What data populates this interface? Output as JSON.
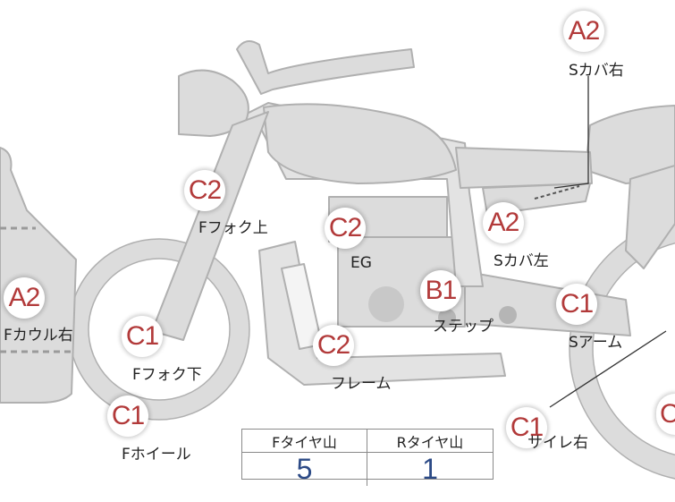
{
  "colors": {
    "body_fill": "#dcdcdc",
    "body_stroke": "#b0b0b0",
    "grade_text": "#b23a3a",
    "value_text": "#2c4a86"
  },
  "markers": [
    {
      "id": "s-cover-right",
      "grade": "A2",
      "label": "Sカバ右"
    },
    {
      "id": "f-fork-upper",
      "grade": "C2",
      "label": "Fフォク上"
    },
    {
      "id": "engine",
      "grade": "C2",
      "label": "EG"
    },
    {
      "id": "s-cover-left",
      "grade": "A2",
      "label": "Sカバ左"
    },
    {
      "id": "f-cowl-right",
      "grade": "A2",
      "label": "Fカウル右"
    },
    {
      "id": "step",
      "grade": "B1",
      "label": "ステップ"
    },
    {
      "id": "s-arm",
      "grade": "C1",
      "label": "Sアーム"
    },
    {
      "id": "f-fork-lower",
      "grade": "C1",
      "label": "Fフォク下"
    },
    {
      "id": "frame",
      "grade": "C2",
      "label": "フレーム"
    },
    {
      "id": "f-wheel",
      "grade": "C1",
      "label": "Fホイール"
    },
    {
      "id": "muffler-right",
      "grade": "C1",
      "label": "サイレ右"
    },
    {
      "id": "r-wheel-edge",
      "grade": "C",
      "label": ""
    }
  ],
  "tire_table": {
    "headers": [
      "Fタイヤ山",
      "Rタイヤ山"
    ],
    "values": [
      "5",
      "1"
    ]
  }
}
